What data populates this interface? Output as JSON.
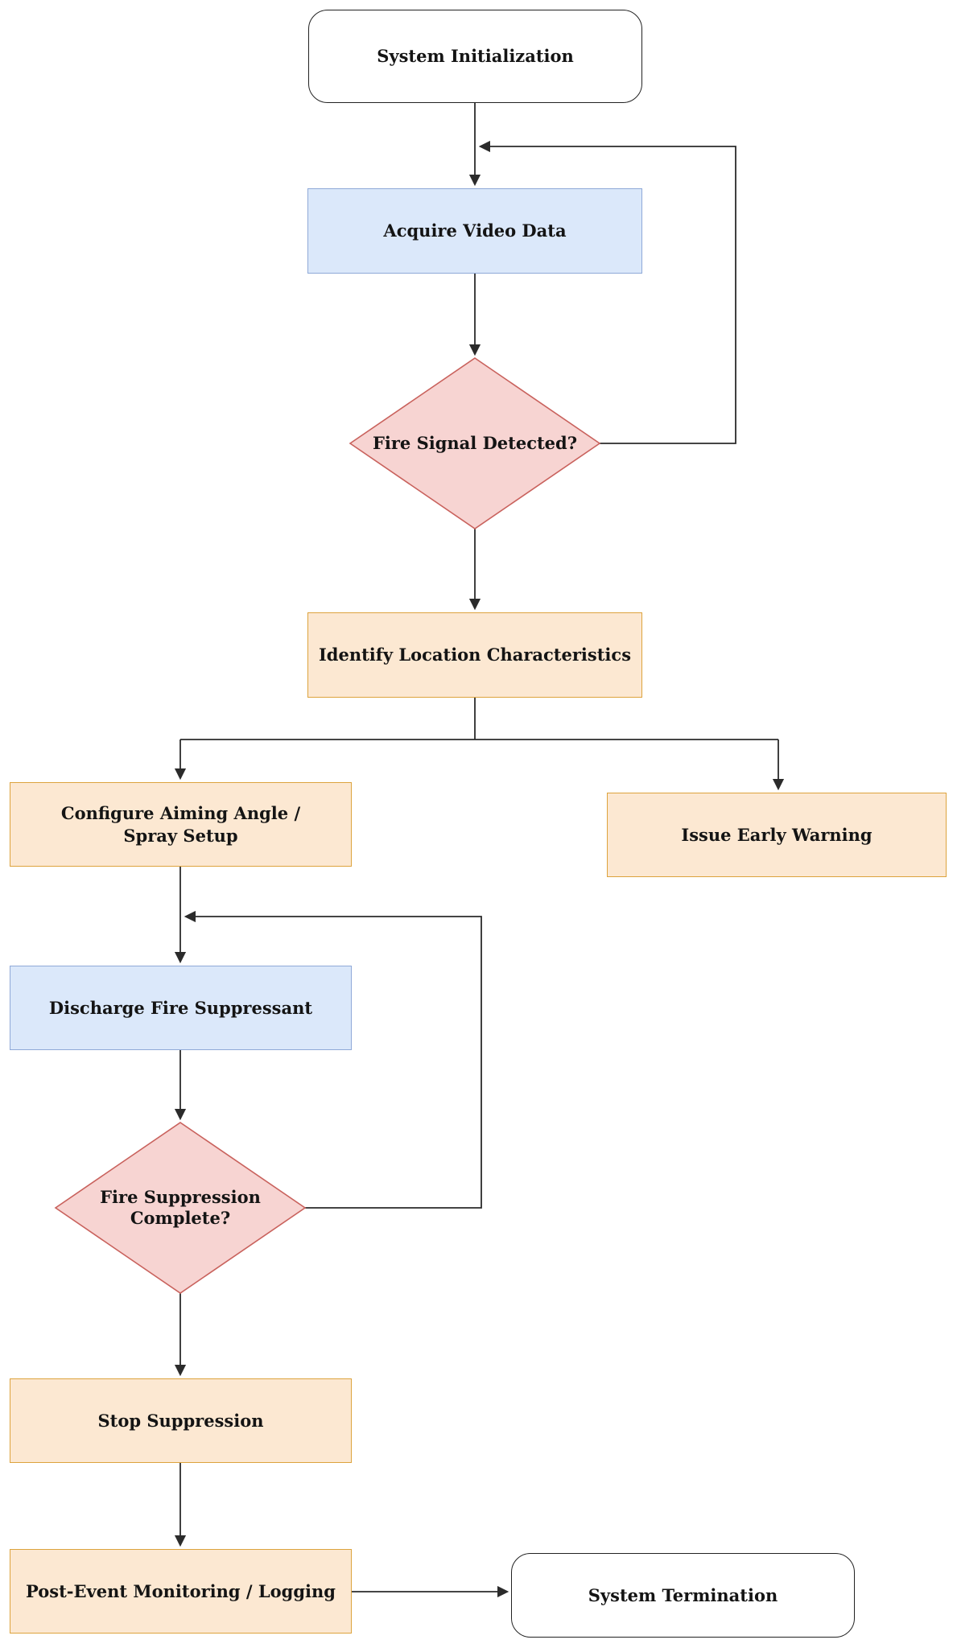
{
  "diagram_type": "flowchart",
  "colors": {
    "terminator_fill": "#ffffff",
    "terminator_border": "#222222",
    "process_fill": "#dbe8fa",
    "process_border": "#8fa9d8",
    "action_fill": "#fce8d2",
    "action_border": "#dda33d",
    "decision_fill": "#f7d4d2",
    "decision_border": "#c9625d",
    "connector": "#2b2b2b"
  },
  "nodes": [
    {
      "id": "system-initialization",
      "shape": "rounded",
      "label": "System Initialization"
    },
    {
      "id": "acquire-video-data",
      "shape": "rect",
      "label": "Acquire Video Data"
    },
    {
      "id": "fire-signal-detected",
      "shape": "diamond",
      "label": "Fire Signal Detected?"
    },
    {
      "id": "identify-location-characteristics",
      "shape": "rect",
      "label": "Identify Location Characteristics"
    },
    {
      "id": "configure-aiming-angle-spray-setup",
      "shape": "rect",
      "label": "Configure Aiming Angle / Spray Setup"
    },
    {
      "id": "issue-early-warning",
      "shape": "rect",
      "label": "Issue Early Warning"
    },
    {
      "id": "discharge-fire-suppressant",
      "shape": "rect",
      "label": "Discharge Fire Suppressant"
    },
    {
      "id": "fire-suppression-complete",
      "shape": "diamond",
      "label": "Fire Suppression Complete?"
    },
    {
      "id": "stop-suppression",
      "shape": "rect",
      "label": "Stop Suppression"
    },
    {
      "id": "post-event-monitoring-logging",
      "shape": "rect",
      "label": "Post-Event Monitoring / Logging"
    },
    {
      "id": "system-termination",
      "shape": "rounded",
      "label": "System Termination"
    }
  ],
  "edges": [
    {
      "from": "system-initialization",
      "to": "acquire-video-data"
    },
    {
      "from": "acquire-video-data",
      "to": "fire-signal-detected"
    },
    {
      "from": "fire-signal-detected",
      "to": "acquire-video-data",
      "note": "loop back (right side)"
    },
    {
      "from": "fire-signal-detected",
      "to": "identify-location-characteristics"
    },
    {
      "from": "identify-location-characteristics",
      "to": "configure-aiming-angle-spray-setup"
    },
    {
      "from": "identify-location-characteristics",
      "to": "issue-early-warning"
    },
    {
      "from": "configure-aiming-angle-spray-setup",
      "to": "discharge-fire-suppressant"
    },
    {
      "from": "discharge-fire-suppressant",
      "to": "fire-suppression-complete"
    },
    {
      "from": "fire-suppression-complete",
      "to": "discharge-fire-suppressant",
      "note": "loop back (right side)"
    },
    {
      "from": "fire-suppression-complete",
      "to": "stop-suppression"
    },
    {
      "from": "stop-suppression",
      "to": "post-event-monitoring-logging"
    },
    {
      "from": "post-event-monitoring-logging",
      "to": "system-termination"
    }
  ]
}
